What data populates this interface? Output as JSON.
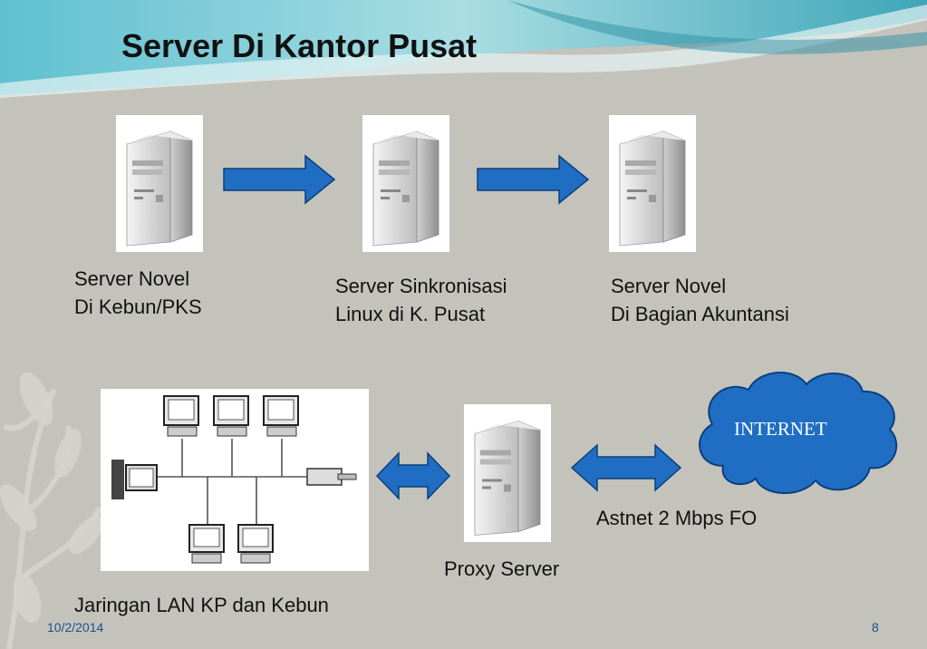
{
  "slide": {
    "title": "Server Di Kantor Pusat",
    "date": "10/2/2014",
    "page_number": "8"
  },
  "nodes": {
    "server_kebun": {
      "line1": "Server Novel",
      "line2": "Di Kebun/PKS",
      "icon": "server-tower-icon"
    },
    "server_sync": {
      "line1": "Server Sinkronisasi",
      "line2": "Linux di K. Pusat",
      "icon": "server-tower-icon"
    },
    "server_akuntansi": {
      "line1": "Server Novel",
      "line2": "Di Bagian Akuntansi",
      "icon": "server-tower-icon"
    },
    "lan": {
      "label": "Jaringan LAN KP dan Kebun",
      "icon": "lan-network-icon"
    },
    "proxy": {
      "label": "Proxy Server",
      "icon": "server-tower-icon"
    },
    "internet": {
      "label": "INTERNET",
      "icon": "cloud-icon"
    },
    "link": {
      "label": "Astnet 2 Mbps FO"
    }
  },
  "colors": {
    "arrow_fill": "#1f6ec4",
    "arrow_stroke": "#0d3f7a",
    "cloud_fill": "#1f6ec4",
    "background": "#c3c3bc",
    "footer_text": "#1f4e8a"
  }
}
